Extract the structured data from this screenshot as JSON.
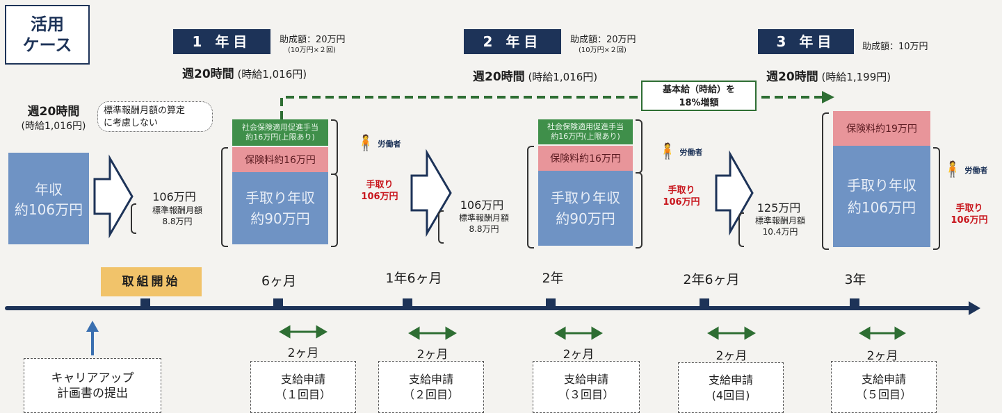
{
  "case_label": [
    "活用",
    "ケース"
  ],
  "initial": {
    "hours": "週20時間",
    "wage": "(時給1,016円)",
    "income_box": [
      "年収",
      "約106万円"
    ],
    "note_bubble": [
      "標準報酬月額の算定",
      "に考慮しない"
    ]
  },
  "years": [
    {
      "tag": "1 年目",
      "subsidy": "助成額：20万円",
      "subsidy_detail": "(10万円×２回)",
      "hours": "週20時間",
      "wage": "(時給1,016円)",
      "amount": "106万円",
      "std_label": "標準報酬月額",
      "std_value": "8.8万円",
      "allowance": "社会保険適用促進手当",
      "allowance_sub": "約16万円(上限あり)",
      "insurance": "保険料約16万円",
      "takehome": [
        "手取り年収",
        "約90万円"
      ],
      "worker": "労働者",
      "worker_takehome": [
        "手取り",
        "106万円"
      ]
    },
    {
      "tag": "2 年目",
      "subsidy": "助成額：20万円",
      "subsidy_detail": "(10万円×２回)",
      "hours": "週20時間",
      "wage": "(時給1,016円)",
      "amount": "106万円",
      "std_label": "標準報酬月額",
      "std_value": "8.8万円",
      "allowance": "社会保険適用促進手当",
      "allowance_sub": "約16万円(上限あり)",
      "insurance": "保険料約16万円",
      "takehome": [
        "手取り年収",
        "約90万円"
      ],
      "worker": "労働者",
      "worker_takehome": [
        "手取り",
        "106万円"
      ]
    },
    {
      "tag": "3 年目",
      "subsidy": "助成額：10万円",
      "hours": "週20時間",
      "wage": "(時給1,199円)",
      "amount": "125万円",
      "std_label": "標準報酬月額",
      "std_value": "10.4万円",
      "insurance": "保険料約19万円",
      "takehome": [
        "手取り年収",
        "約106万円"
      ],
      "worker": "労働者",
      "worker_takehome": [
        "手取り",
        "106万円"
      ]
    }
  ],
  "raise_note": [
    "基本給（時給）を",
    "18%増額"
  ],
  "timeline": {
    "start_label": "取組開始",
    "milestones": [
      "6ヶ月",
      "1年6ヶ月",
      "2年",
      "2年6ヶ月",
      "3年"
    ],
    "duration": "2ヶ月",
    "applications": [
      [
        "支給申請",
        "（１回目）"
      ],
      [
        "支給申請",
        "（２回目）"
      ],
      [
        "支給申請",
        "（３回目）"
      ],
      [
        "支給申請",
        "(4回目)"
      ],
      [
        "支給申請",
        "（５回目）"
      ]
    ],
    "plan_submission": [
      "キャリアアップ",
      "計画書の提出"
    ]
  },
  "colors": {
    "navy": "#1d3358",
    "blue_block": "#6f93c4",
    "pink_block": "#e8959a",
    "green_block": "#3f8f4a",
    "arrow_green": "#2e6e33",
    "red_text": "#c8161d"
  }
}
